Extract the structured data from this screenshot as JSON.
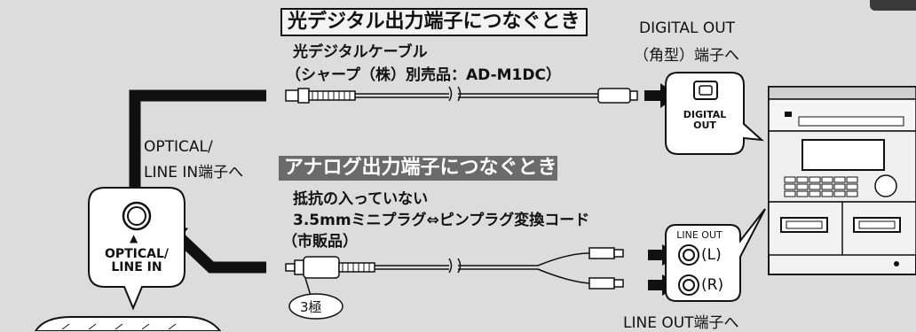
{
  "top_section": {
    "heading": "光デジタル出力端子につなぐとき",
    "cable_name": "光デジタルケーブル",
    "cable_note": "（シャープ（株）別売品：AD-M1DC）",
    "dest_label_1": "DIGITAL OUT",
    "dest_label_2": "（角型）端子へ",
    "jack_label": "DIGITAL\nOUT"
  },
  "bottom_section": {
    "heading": "アナログ出力端子につなぐとき",
    "cable_line1": "抵抗の入っていない",
    "cable_line2": "3.5mmミニプラグ⇔ピンプラグ変換コード",
    "cable_line3": "（市販品）",
    "plug_badge": "3極",
    "jack_header": "LINE OUT",
    "jack_left": "(L)",
    "jack_right": "(R)",
    "dest_label": "LINE OUT端子へ"
  },
  "left_device": {
    "input_label_1": "OPTICAL/",
    "input_label_2": "LINE IN端子へ",
    "port_label": "OPTICAL/\nLINE IN",
    "triangle": "▲"
  },
  "colors": {
    "background": "#dcdcdc",
    "heading2_bg": "#6b6b6b",
    "line": "#111111"
  },
  "icons": [
    "arrow-right-icon",
    "optical-port-icon",
    "rca-jack-icon",
    "stereo-system-icon",
    "mini-plug-icon",
    "optical-plug-icon"
  ]
}
